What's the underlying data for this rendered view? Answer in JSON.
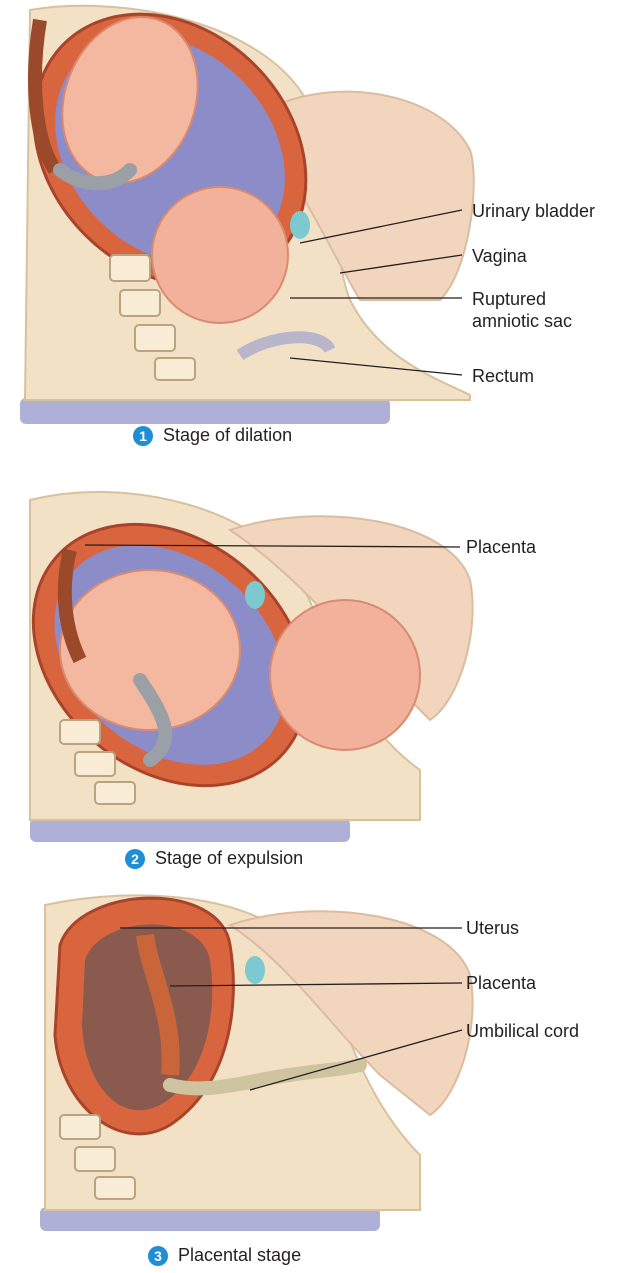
{
  "accent_color": "#1e8fd6",
  "stages": [
    {
      "number": "1",
      "caption": "Stage of dilation",
      "labels": [
        "Urinary bladder",
        "Vagina",
        "Ruptured",
        "amniotic sac",
        "Rectum"
      ]
    },
    {
      "number": "2",
      "caption": "Stage of expulsion",
      "labels": [
        "Placenta"
      ]
    },
    {
      "number": "3",
      "caption": "Placental stage",
      "labels": [
        "Uterus",
        "Placenta",
        "Umbilical cord"
      ]
    }
  ]
}
